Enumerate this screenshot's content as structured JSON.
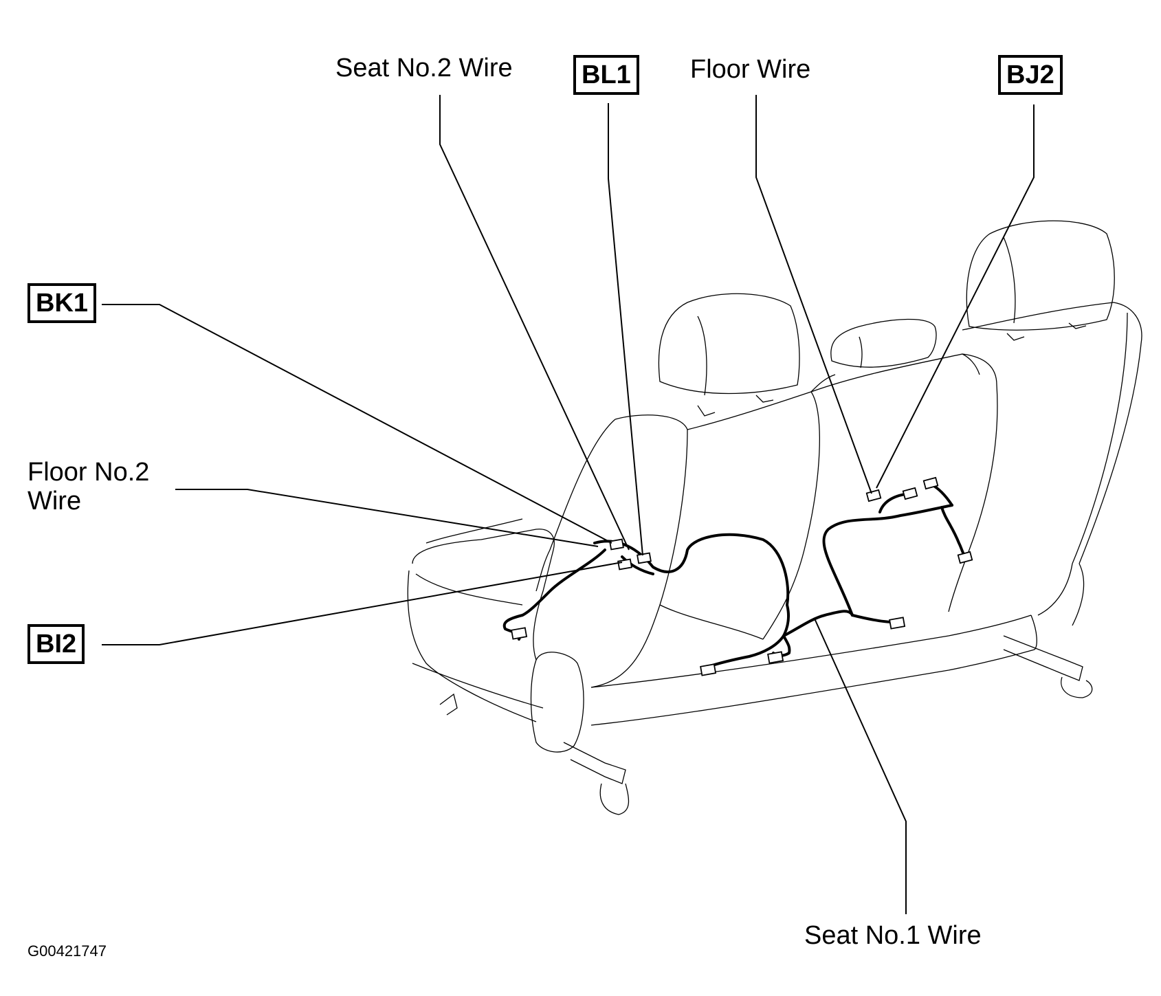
{
  "labels": {
    "seat_no2_wire": "Seat No.2 Wire",
    "floor_wire": "Floor Wire",
    "floor_no2_wire_line1": "Floor No.2",
    "floor_no2_wire_line2": "Wire",
    "seat_no1_wire": "Seat No.1 Wire"
  },
  "connectors": {
    "bl1": "BL1",
    "bj2": "BJ2",
    "bk1": "BK1",
    "bi2": "BI2"
  },
  "figure_code": "G00421747"
}
